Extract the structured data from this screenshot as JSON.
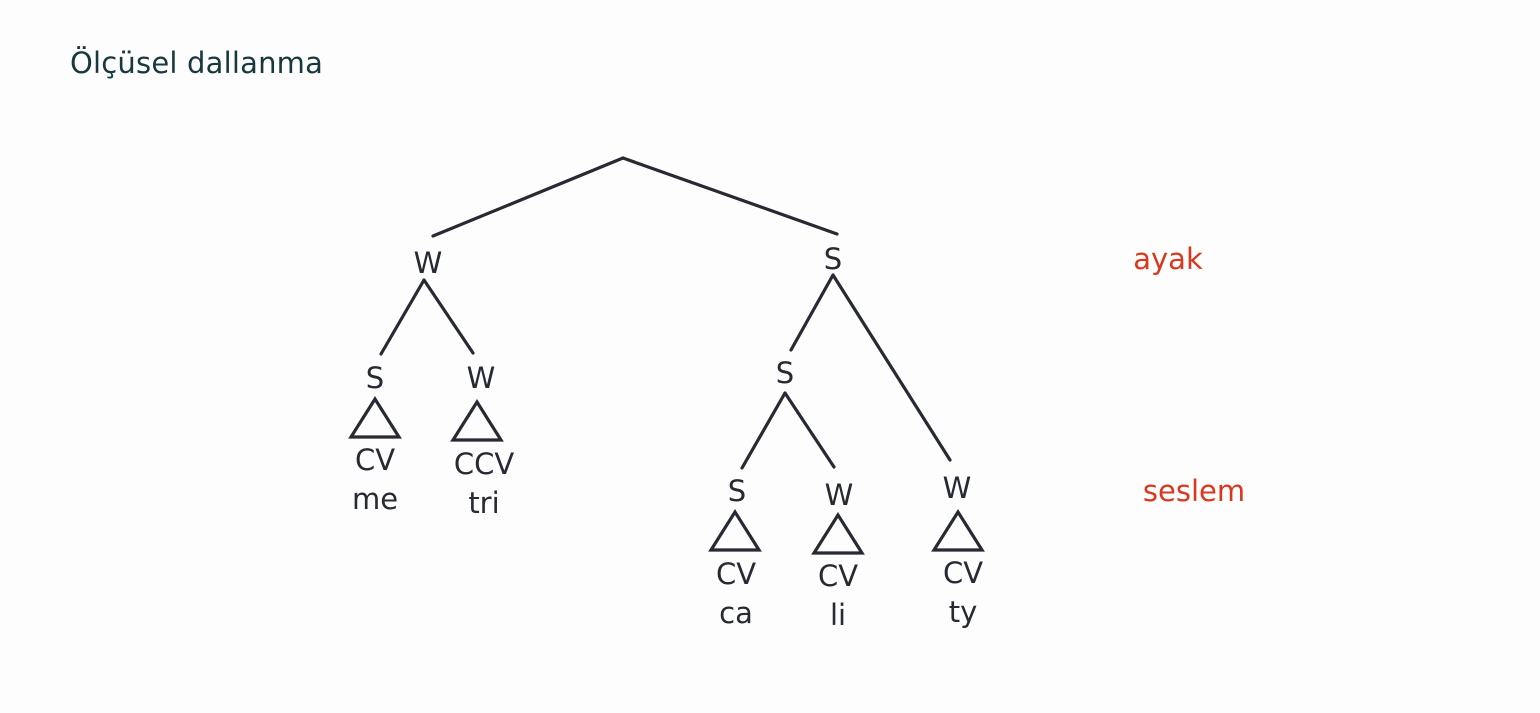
{
  "title": "Ölçüsel dallanma",
  "colors": {
    "title": "#17383f",
    "tree": "#272933",
    "level_labels": "#d9381e",
    "background": "#fdfdfd"
  },
  "level_labels": {
    "foot": "ayak",
    "syllable": "seslem"
  },
  "nodes": {
    "w_foot": "W",
    "s_foot": "S",
    "s_me": "S",
    "w_tri": "W",
    "s_inner": "S",
    "s_ca": "S",
    "w_li": "W",
    "w_ty": "W"
  },
  "syllables": [
    {
      "key": "me",
      "cv": "CV",
      "text": "me"
    },
    {
      "key": "tri",
      "cv": "CCV",
      "text": "tri"
    },
    {
      "key": "ca",
      "cv": "CV",
      "text": "ca"
    },
    {
      "key": "li",
      "cv": "CV",
      "text": "li"
    },
    {
      "key": "ty",
      "cv": "CV",
      "text": "ty"
    }
  ]
}
